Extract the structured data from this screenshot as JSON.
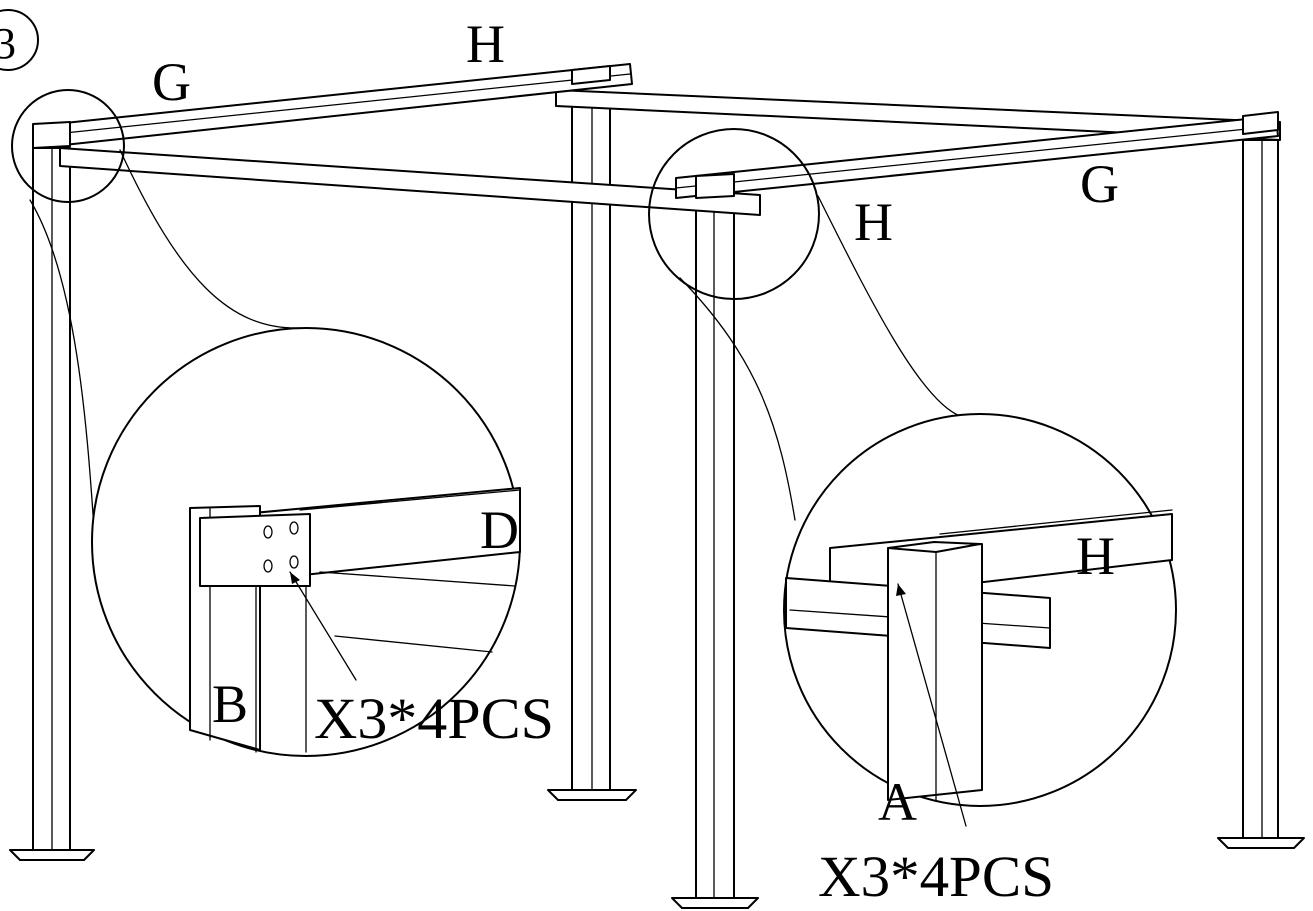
{
  "step_marker": "3",
  "labels": {
    "g_left": "G",
    "h_top": "H",
    "h_right": "H",
    "g_right": "G",
    "d_detail": "D",
    "b_detail": "B",
    "h_detail": "H",
    "a_detail": "A"
  },
  "callouts": {
    "left_hardware": "X3*4PCS",
    "right_hardware": "X3*4PCS"
  }
}
